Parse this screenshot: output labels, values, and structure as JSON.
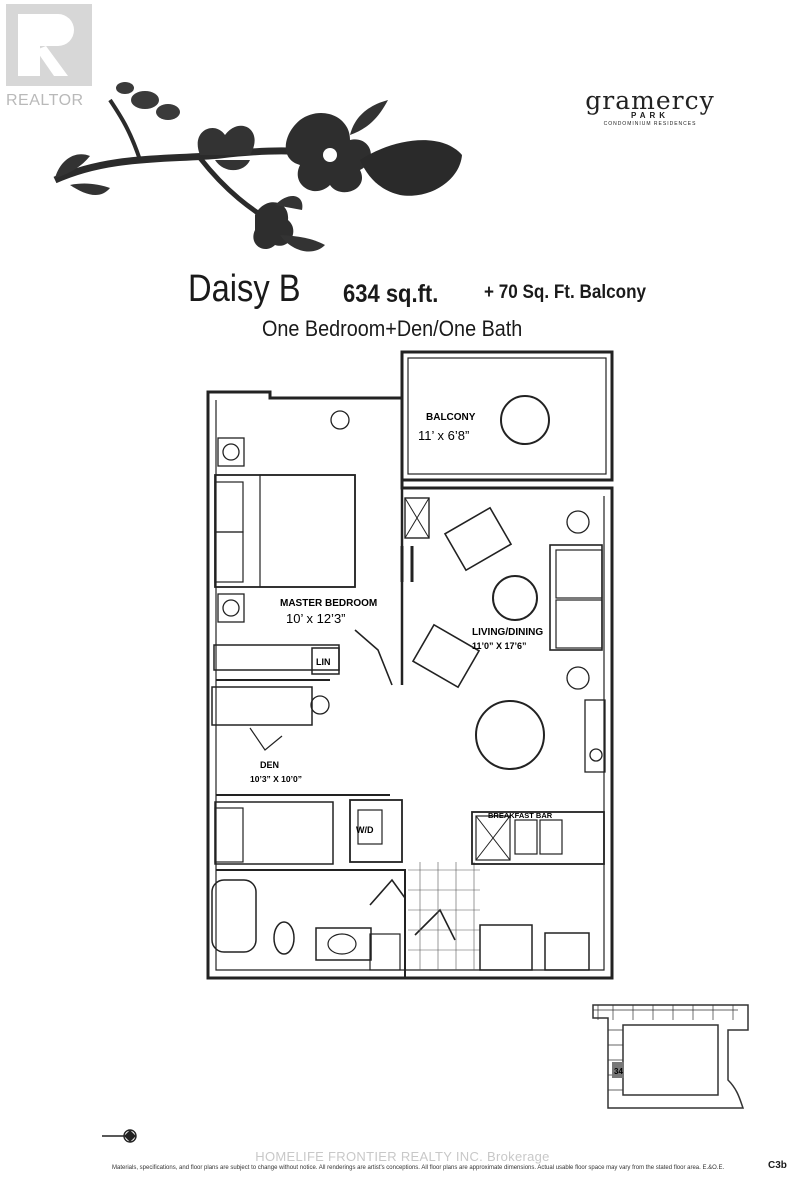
{
  "watermark": {
    "text": "REALTOR"
  },
  "brand": {
    "name": "gramercy",
    "sub": "PARK",
    "tagline": "CONDOMINIUM RESIDENCES"
  },
  "unit": {
    "name": "Daisy B",
    "area": "634 sq.ft.",
    "balcony": "+ 70 Sq. Ft. Balcony",
    "type": "One Bedroom+Den/One Bath"
  },
  "rooms": {
    "balcony": {
      "label": "BALCONY",
      "size": "11’ x 6’8”"
    },
    "master": {
      "label": "MASTER BEDROOM",
      "size": "10’ x 12’3”"
    },
    "living": {
      "label": "LIVING/DINING",
      "size": "11’0” X 17’6”"
    },
    "den": {
      "label": "DEN",
      "size": "10’3” X 10’0”"
    },
    "linen": "LIN",
    "laundry": "W/D",
    "breakfast": "BREAKFAST BAR"
  },
  "keyplan": {
    "unit_marker": "34"
  },
  "footer": {
    "brokerage": "HOMELIFE FRONTIER REALTY INC. Brokerage",
    "disclaimer": "Materials, specifications, and floor plans are subject to change without notice. All renderings are artist's conceptions. All floor plans are approximate dimensions. Actual usable floor space may vary from the stated floor area. E.&O.E.",
    "plate": "C3b"
  }
}
